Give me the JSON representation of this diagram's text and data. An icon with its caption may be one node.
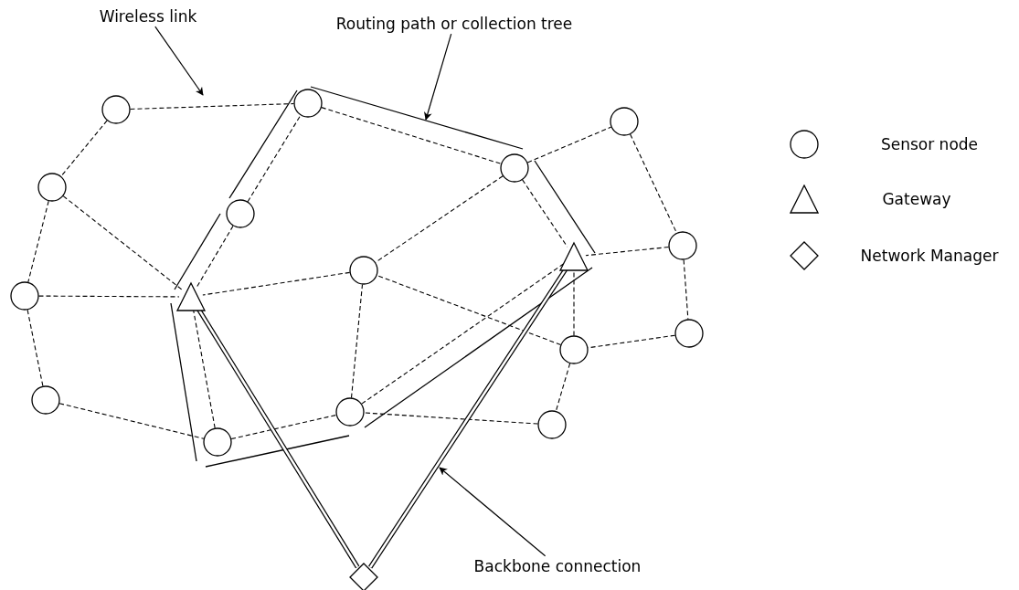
{
  "diagram": {
    "nodes": [
      {
        "text": [
          "Wireless link"
        ]
      },
      {
        "text": [
          "Routing path or collection tree"
        ]
      },
      {
        "text": [],
        "shape": "circle"
      },
      {
        "text": [],
        "shape": "circle"
      },
      {
        "text": [],
        "shape": "circle"
      },
      {
        "text": [],
        "shape": "circle"
      },
      {
        "text": [],
        "shape": "circle"
      },
      {
        "text": [],
        "shape": "circle"
      },
      {
        "text": [],
        "shape": "circle"
      },
      {
        "text": [],
        "shape": "triangle"
      },
      {
        "text": [],
        "shape": "circle"
      },
      {
        "text": [],
        "shape": "circle"
      },
      {
        "text": [],
        "shape": "triangle"
      },
      {
        "text": [],
        "shape": "circle"
      },
      {
        "text": [],
        "shape": "circle"
      },
      {
        "text": [],
        "shape": "circle"
      },
      {
        "text": [],
        "shape": "circle"
      },
      {
        "text": [],
        "shape": "circle"
      },
      {
        "text": [],
        "shape": "circle"
      },
      {
        "text": [
          "Backbone connection"
        ]
      },
      {
        "text": [],
        "shape": "diamond"
      }
    ],
    "edges": [
      {
        "from": 3,
        "to": 2,
        "arrow": "none",
        "style": "dashed"
      },
      {
        "from": 3,
        "to": 6,
        "arrow": "none",
        "style": "dashed"
      },
      {
        "from": 6,
        "to": 11,
        "arrow": "none",
        "style": "dashed"
      },
      {
        "from": 6,
        "to": 12,
        "arrow": "none",
        "style": "dashed"
      },
      {
        "from": 11,
        "to": 12,
        "arrow": "none",
        "style": "dashed"
      },
      {
        "from": 11,
        "to": 15,
        "arrow": "none",
        "style": "dashed"
      },
      {
        "from": 15,
        "to": 18,
        "arrow": "none",
        "style": "dashed"
      },
      {
        "from": 18,
        "to": 12,
        "arrow": "none",
        "style": "dashed"
      },
      {
        "from": 18,
        "to": 16,
        "arrow": "none",
        "style": "dashed"
      },
      {
        "from": 7,
        "to": 12,
        "arrow": "none",
        "style": "dashed"
      },
      {
        "from": 7,
        "to": 2,
        "arrow": "none",
        "style": "dashed"
      },
      {
        "from": 2,
        "to": 5,
        "arrow": "none",
        "style": "dashed"
      },
      {
        "from": 5,
        "to": 10,
        "arrow": "none",
        "style": "dashed"
      },
      {
        "from": 5,
        "to": 9,
        "arrow": "none",
        "style": "dashed"
      },
      {
        "from": 5,
        "to": 4,
        "arrow": "none",
        "style": "dashed"
      },
      {
        "from": 4,
        "to": 8,
        "arrow": "none",
        "style": "dashed"
      },
      {
        "from": 8,
        "to": 9,
        "arrow": "none",
        "style": "dashed"
      },
      {
        "from": 8,
        "to": 13,
        "arrow": "none",
        "style": "dashed"
      },
      {
        "from": 13,
        "to": 14,
        "arrow": "none",
        "style": "dashed"
      },
      {
        "from": 14,
        "to": 9,
        "arrow": "none",
        "style": "dashed"
      },
      {
        "from": 14,
        "to": 10,
        "arrow": "none",
        "style": "dashed"
      },
      {
        "from": 14,
        "to": 17,
        "arrow": "none",
        "style": "dashed"
      },
      {
        "from": 17,
        "to": 16,
        "arrow": "none",
        "style": "dashed"
      },
      {
        "from": 16,
        "to": 10,
        "arrow": "none",
        "style": "dashed"
      },
      {
        "from": 16,
        "to": 9,
        "arrow": "none",
        "style": "dashed"
      },
      {
        "from": 10,
        "to": 12,
        "arrow": "none",
        "style": "dashed"
      },
      {
        "from": 12,
        "to": 20,
        "arrow": "none",
        "style": "thick"
      },
      {
        "from": 9,
        "to": 20,
        "arrow": "none",
        "style": "thick"
      },
      {
        "from": 0,
        "to": null,
        "arrow": "to"
      },
      {
        "from": 1,
        "to": null,
        "arrow": "to"
      },
      {
        "from": 19,
        "to": null,
        "arrow": "to"
      }
    ],
    "legend": [
      {
        "text": "Sensor node"
      },
      {
        "text": "Gateway"
      },
      {
        "text": "Network Manager"
      }
    ]
  }
}
